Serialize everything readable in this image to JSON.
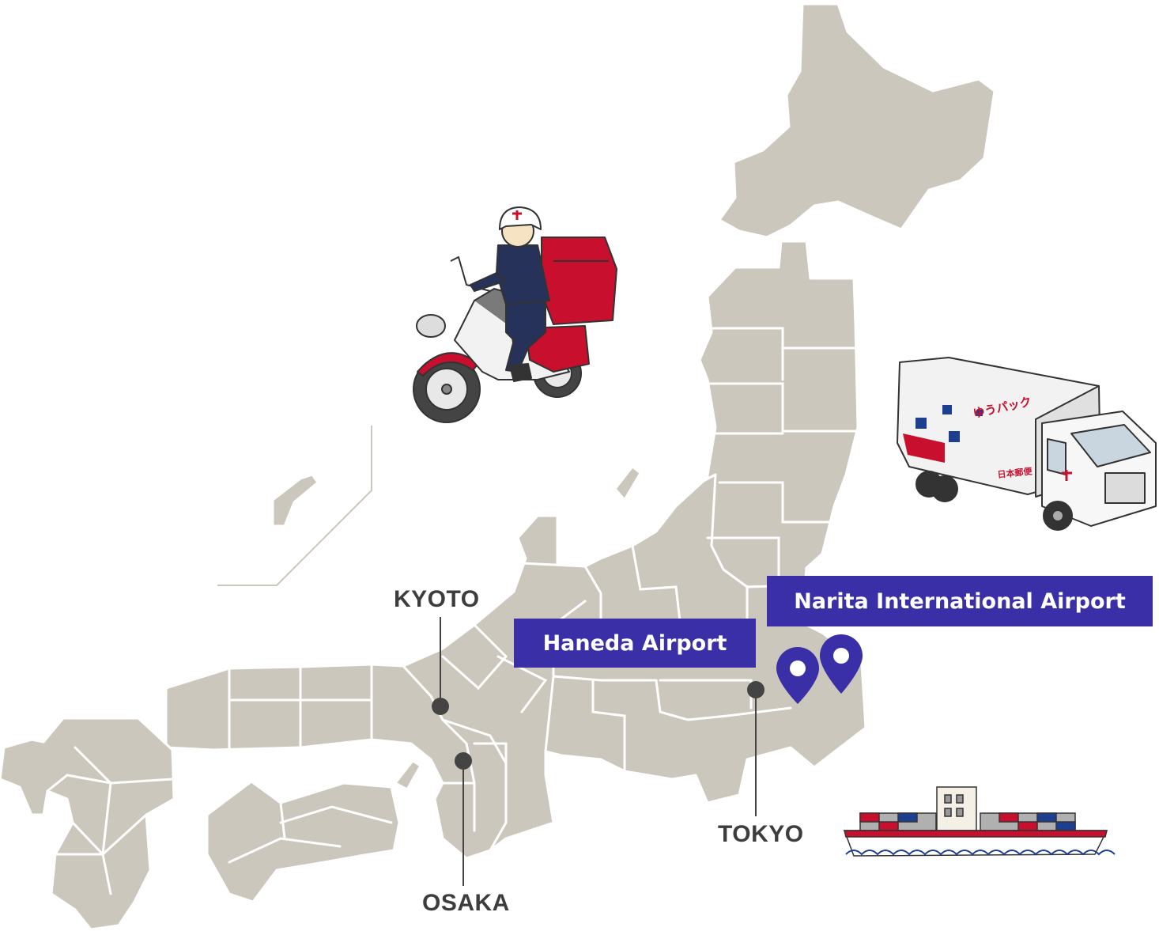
{
  "map": {
    "cities": {
      "kyoto": "KYOTO",
      "osaka": "OSAKA",
      "tokyo": "TOKYO"
    },
    "airports": {
      "haneda": "Haneda Airport",
      "narita": "Narita International Airport"
    },
    "icons": {
      "motorbike": "postal-motorbike-icon",
      "truck": "delivery-truck-icon",
      "ship": "cargo-ship-icon",
      "pin": "map-pin-icon"
    },
    "truck_branding": {
      "brand": "ゆうパック",
      "company": "日本郵便"
    },
    "colors": {
      "land": "#ccc7bd",
      "border": "#ffffff",
      "airport_label": "#3a2fa6",
      "pin": "#3a2fa6",
      "marker": "#444444",
      "postal_red": "#c8102e"
    }
  }
}
